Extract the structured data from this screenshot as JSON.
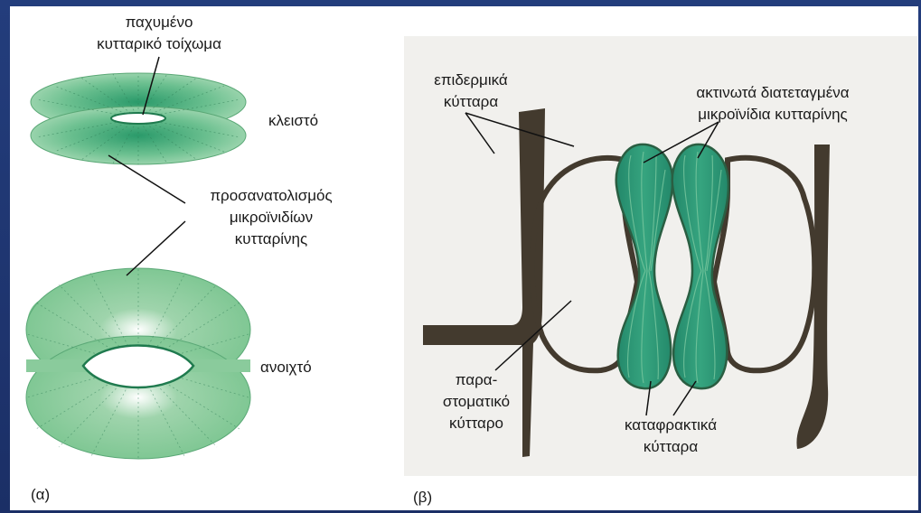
{
  "panel_a": {
    "label": "(α)",
    "thick_wall": [
      "παχυμένο",
      "κυτταρικό τοίχωμα"
    ],
    "closed": "κλειστό",
    "orientation": [
      "προσανατολισμός",
      "μικροϊνιδίων",
      "κυτταρίνης"
    ],
    "open": "ανοιχτό"
  },
  "panel_b": {
    "label": "(β)",
    "epidermal": [
      "επιδερμικά",
      "κύτταρα"
    ],
    "radial": [
      "ακτινωτά διατεταγμένα",
      "μικροϊνίδια κυτταρίνης"
    ],
    "subsidiary": [
      "παρα-",
      "στοματικό",
      "κύτταρο"
    ],
    "guard": [
      "καταφρακτικά",
      "κύτταρα"
    ]
  },
  "colors": {
    "background": "#1f3570",
    "guard_cell": "#2e9a78",
    "guard_cell_light": "#a8d8b8",
    "epidermal_wall": "#433a2e",
    "panel_box": "#f1f0ed"
  }
}
